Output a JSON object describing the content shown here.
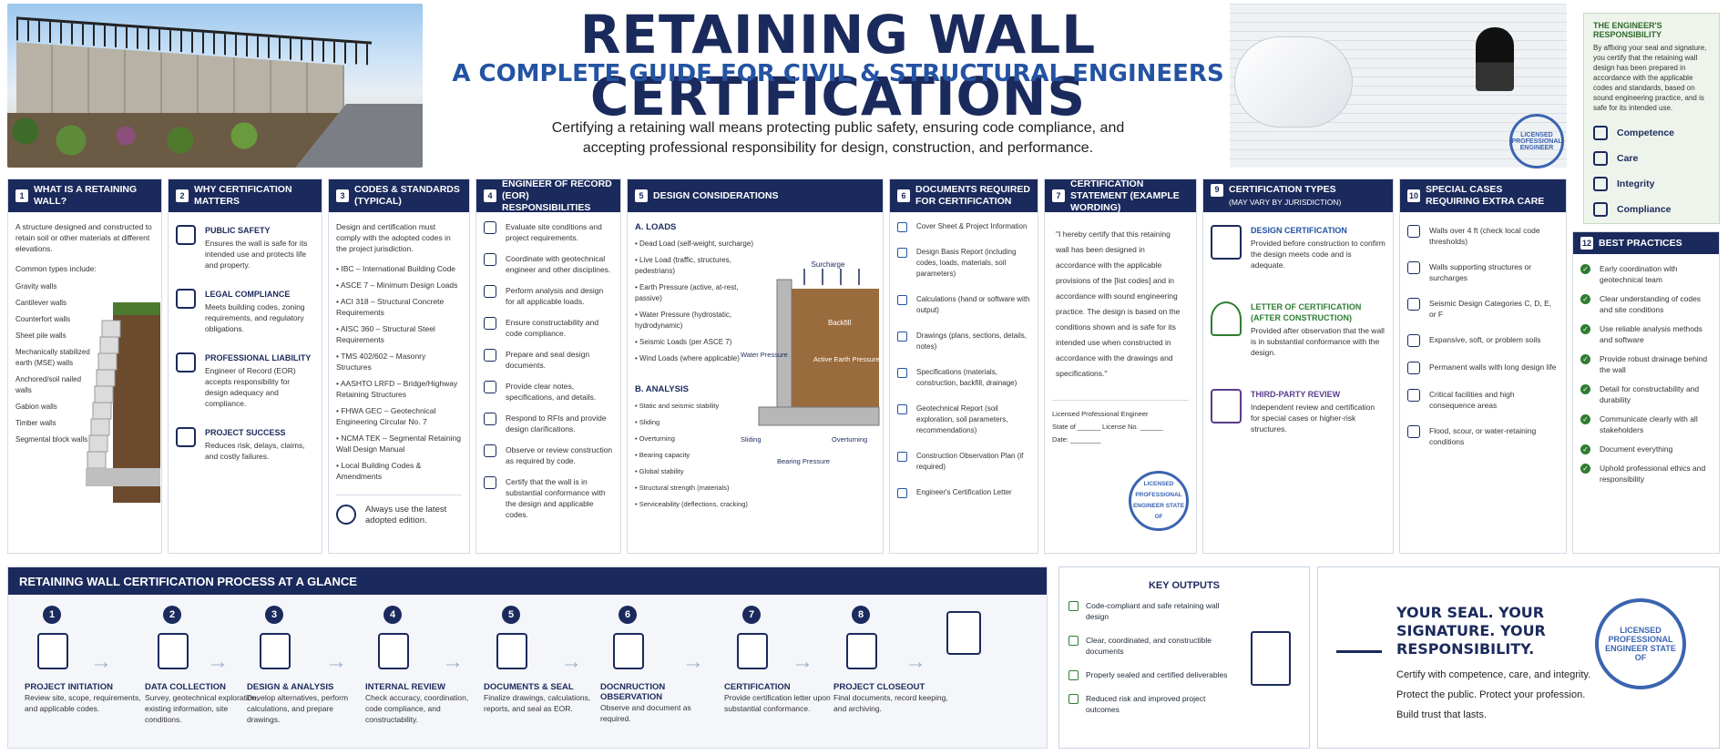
{
  "header": {
    "title": "RETAINING WALL CERTIFICATIONS",
    "subtitle": "A COMPLETE GUIDE FOR CIVIL & STRUCTURAL ENGINEERS",
    "intro_line1": "Certifying a retaining wall means protecting public safety, ensuring code compliance, and",
    "intro_line2": "accepting professional responsibility for design, construction, and performance.",
    "stamp_text": "LICENSED PROFESSIONAL ENGINEER"
  },
  "responsibility": {
    "title": "THE ENGINEER'S RESPONSIBILITY",
    "text": "By affixing your seal and signature, you certify that the retaining wall design has been prepared in accordance with the applicable codes and standards, based on sound engineering practice, and is safe for its intended use.",
    "items": [
      "Competence",
      "Care",
      "Integrity",
      "Compliance"
    ]
  },
  "sections": {
    "s1": {
      "num": "1",
      "title": "WHAT IS A RETAINING WALL?",
      "text": "A structure designed and constructed to retain soil or other materials at different elevations.",
      "types_label": "Common types include:",
      "types": [
        "Gravity walls",
        "Cantilever walls",
        "Counterfort walls",
        "Sheet pile walls",
        "Mechanically stabilized earth (MSE) walls",
        "Anchored/soil nailed walls",
        "Gabion walls",
        "Timber walls",
        "Segmental block walls"
      ]
    },
    "s2": {
      "num": "2",
      "title": "WHY CERTIFICATION MATTERS",
      "items": [
        {
          "title": "PUBLIC SAFETY",
          "text": "Ensures the wall is safe for its intended use and protects life and property."
        },
        {
          "title": "LEGAL COMPLIANCE",
          "text": "Meets building codes, zoning requirements, and regulatory obligations."
        },
        {
          "title": "PROFESSIONAL LIABILITY",
          "text": "Engineer of Record (EOR) accepts responsibility for design adequacy and compliance."
        },
        {
          "title": "PROJECT SUCCESS",
          "text": "Reduces risk, delays, claims, and costly failures."
        }
      ]
    },
    "s3": {
      "num": "3",
      "title": "CODES & STANDARDS (TYPICAL)",
      "text": "Design and certification must comply with the adopted codes in the project jurisdiction.",
      "items": [
        "IBC – International Building Code",
        "ASCE 7 – Minimum Design Loads",
        "ACI 318 – Structural Concrete Requirements",
        "AISC 360 – Structural Steel Requirements",
        "TMS 402/602 – Masonry Structures",
        "AASHTO LRFD – Bridge/Highway Retaining Structures",
        "FHWA GEC – Geotechnical Engineering Circular No. 7",
        "NCMA TEK – Segmental Retaining Wall Design Manual",
        "Local Building Codes & Amendments"
      ],
      "note": "Always use the latest adopted edition."
    },
    "s4": {
      "num": "4",
      "title": "ENGINEER OF RECORD (EOR) RESPONSIBILITIES",
      "items": [
        "Evaluate site conditions and project requirements.",
        "Coordinate with geotechnical engineer and other disciplines.",
        "Perform analysis and design for all applicable loads.",
        "Ensure constructability and code compliance.",
        "Prepare and seal design documents.",
        "Provide clear notes, specifications, and details.",
        "Respond to RFIs and provide design clarifications.",
        "Observe or review construction as required by code.",
        "Certify that the wall is in substantial conformance with the design and applicable codes."
      ]
    },
    "s5": {
      "num": "5",
      "title": "DESIGN CONSIDERATIONS",
      "loads_title": "A. LOADS",
      "loads": [
        "Dead Load (self-weight, surcharge)",
        "Live Load (traffic, structures, pedestrians)",
        "Earth Pressure (active, at-rest, passive)",
        "Water Pressure (hydrostatic, hydrodynamic)",
        "Seismic Loads (per ASCE 7)",
        "Wind Loads (where applicable)"
      ],
      "analysis_title": "B. ANALYSIS",
      "analysis": [
        "Static and seismic stability",
        "Sliding",
        "Overturning",
        "Bearing capacity",
        "Global stability",
        "Structural strength (materials)",
        "Serviceability (deflections, cracking)"
      ],
      "diagram": {
        "surcharge": "Surcharge",
        "backfill": "Backfill",
        "water": "Water Pressure",
        "active": "Active Earth Pressure",
        "sliding": "Sliding",
        "overturning": "Overturning",
        "bearing": "Bearing Pressure"
      }
    },
    "s6": {
      "num": "6",
      "title": "DOCUMENTS REQUIRED FOR CERTIFICATION",
      "items": [
        "Cover Sheet & Project Information",
        "Design Basis Report (including codes, loads, materials, soil parameters)",
        "Calculations (hand or software with output)",
        "Drawings (plans, sections, details, notes)",
        "Specifications (materials, construction, backfill, drainage)",
        "Geotechnical Report (soil exploration, soil parameters, recommendations)",
        "Construction Observation Plan (if required)",
        "Engineer's Certification Letter"
      ]
    },
    "s7": {
      "num": "7",
      "title": "CERTIFICATION STATEMENT (EXAMPLE WORDING)",
      "quote": "\"I hereby certify that this retaining wall has been designed in accordance with the applicable provisions of the [list codes] and in accordance with sound engineering practice. The design is based on the conditions shown and is safe for its intended use when constructed in accordance with the drawings and specifications.\"",
      "sig1": "Licensed Professional Engineer",
      "sig2": "State of ______  License No. ______",
      "sig3": "Date: ________",
      "seal": "LICENSED PROFESSIONAL ENGINEER STATE OF"
    },
    "s9": {
      "num": "9",
      "title": "CERTIFICATION TYPES",
      "title_note": "(MAY VARY BY JURISDICTION)",
      "items": [
        {
          "title": "DESIGN CERTIFICATION",
          "text": "Provided before construction to confirm the design meets code and is adequate."
        },
        {
          "title": "LETTER OF CERTIFICATION (AFTER CONSTRUCTION)",
          "text": "Provided after observation that the wall is in substantial conformance with the design."
        },
        {
          "title": "THIRD-PARTY REVIEW",
          "text": "Independent review and certification for special cases or higher-risk structures."
        }
      ]
    },
    "s10": {
      "num": "10",
      "title": "SPECIAL CASES REQUIRING EXTRA CARE",
      "items": [
        "Walls over 4 ft (check local code thresholds)",
        "Walls supporting structures or surcharges",
        "Seismic Design Categories C, D, E, or F",
        "Expansive, soft, or problem soils",
        "Permanent walls with long design life",
        "Critical facilities and high consequence areas",
        "Flood, scour, or water-retaining conditions"
      ]
    },
    "s12": {
      "num": "12",
      "title": "BEST PRACTICES",
      "items": [
        "Early coordination with geotechnical team",
        "Clear understanding of codes and site conditions",
        "Use reliable analysis methods and software",
        "Provide robust drainage behind the wall",
        "Detail for constructability and durability",
        "Communicate clearly with all stakeholders",
        "Document everything",
        "Uphold professional ethics and responsibility"
      ]
    }
  },
  "process": {
    "title": "RETAINING WALL CERTIFICATION PROCESS AT A GLANCE",
    "steps": [
      {
        "num": "1",
        "title": "PROJECT INITIATION",
        "text": "Review site, scope, requirements, and applicable codes."
      },
      {
        "num": "2",
        "title": "DATA COLLECTION",
        "text": "Survey, geotechnical exploration, existing information, site conditions."
      },
      {
        "num": "3",
        "title": "DESIGN & ANALYSIS",
        "text": "Develop alternatives, perform calculations, and prepare drawings."
      },
      {
        "num": "4",
        "title": "INTERNAL REVIEW",
        "text": "Check accuracy, coordination, code compliance, and constructability."
      },
      {
        "num": "5",
        "title": "DOCUMENTS & SEAL",
        "text": "Finalize drawings, calculations, reports, and seal as EOR."
      },
      {
        "num": "6",
        "title": "DOCNRUCTION OBSERVATION",
        "text": "Observe and document as required."
      },
      {
        "num": "7",
        "title": "CERTIFICATION",
        "text": "Provide certification letter upon substantial conformance."
      },
      {
        "num": "8",
        "title": "PROJECT CLOSEOUT",
        "text": "Final documents, record keeping, and archiving."
      }
    ]
  },
  "outputs": {
    "title": "KEY OUTPUTS",
    "items": [
      "Code-compliant and safe retaining wall design",
      "Clear, coordinated, and constructible documents",
      "Properly sealed and certified deliverables",
      "Reduced risk and improved project outcomes"
    ]
  },
  "seal_panel": {
    "headline": "YOUR SEAL.  YOUR SIGNATURE. YOUR RESPONSIBILITY.",
    "line1": "Certify with competence, care, and integrity.",
    "line2": "Protect the public. Protect your profession.",
    "line3": "Build trust that lasts.",
    "seal": "LICENSED PROFESSIONAL ENGINEER STATE OF"
  }
}
